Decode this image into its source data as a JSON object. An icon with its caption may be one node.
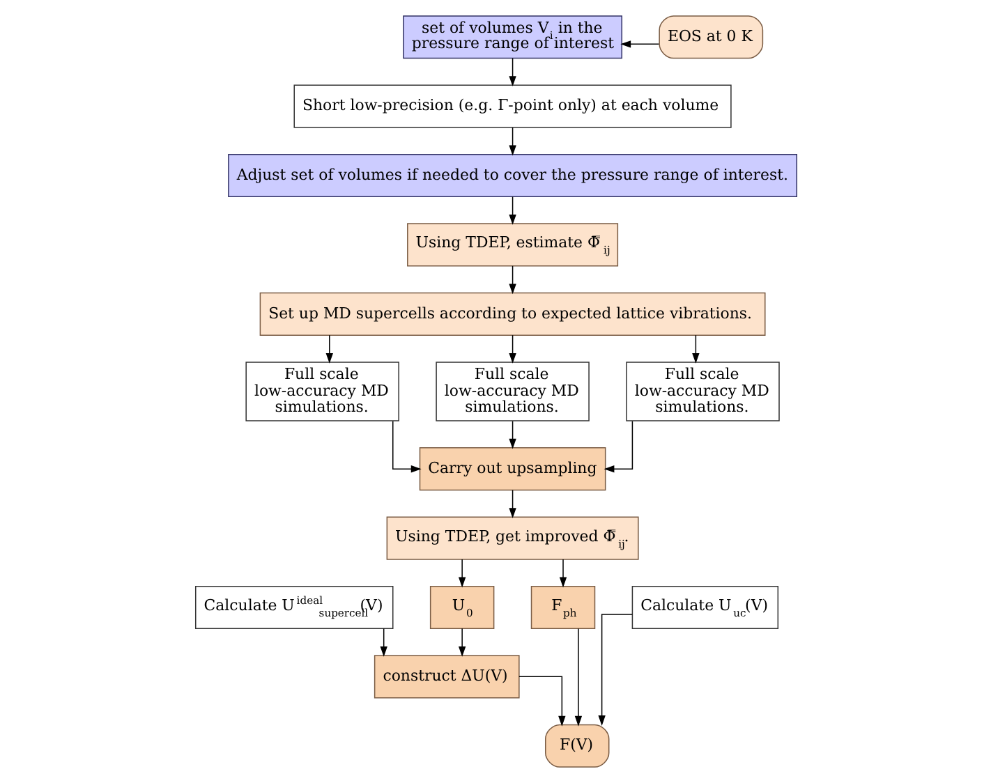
{
  "diagram": {
    "nodes": [
      {
        "text": [
          "set of volumes V$_{i}$ in the pressure range of interest"
        ]
      },
      {
        "text": [
          "EOS at 0 K"
        ]
      },
      {
        "text": [
          "Short low-precision (e.g. Γ-point only) at each volume"
        ]
      },
      {
        "text": [
          "Adjust set of volumes if needed to cover the pressure range of interest."
        ]
      },
      {
        "text": [
          "Using TDEP, estimate Φ̿$_{ij}$"
        ]
      },
      {
        "text": [
          "Set up MD supercells according to expected lattice vibrations."
        ]
      },
      {
        "text": [
          "Full scale low-accuracy MD simulations."
        ]
      },
      {
        "text": [
          "Full scale low-accuracy MD simulations."
        ]
      },
      {
        "text": [
          "Full scale low-accuracy MD simulations."
        ]
      },
      {
        "text": [
          "Carry out upsampling"
        ]
      },
      {
        "text": [
          "Using TDEP, get improved Φ̿$_{ij}$."
        ]
      },
      {
        "text": [
          "Calculate U$^{ideal}$$_{supercell}$(V)"
        ]
      },
      {
        "text": [
          "U$_{0}$"
        ]
      },
      {
        "text": [
          "F$_{ph}$"
        ]
      },
      {
        "text": [
          "Calculate U$_{uc}$(V)"
        ]
      },
      {
        "text": [
          "construct ΔU(V)"
        ]
      },
      {
        "text": [
          "F(V)"
        ]
      }
    ],
    "edges": [
      {
        "from": 1,
        "to": 0,
        "arrow": "to"
      },
      {
        "from": 0,
        "to": 2,
        "arrow": "to"
      },
      {
        "from": 2,
        "to": 3,
        "arrow": "to"
      },
      {
        "from": 3,
        "to": 4,
        "arrow": "to"
      },
      {
        "from": 4,
        "to": 5,
        "arrow": "to"
      },
      {
        "from": 5,
        "to": 6,
        "arrow": "to"
      },
      {
        "from": 5,
        "to": 7,
        "arrow": "to"
      },
      {
        "from": 5,
        "to": 8,
        "arrow": "to"
      },
      {
        "from": 6,
        "to": 9,
        "arrow": "to"
      },
      {
        "from": 7,
        "to": 9,
        "arrow": "to"
      },
      {
        "from": 8,
        "to": 9,
        "arrow": "to"
      },
      {
        "from": 9,
        "to": 10,
        "arrow": "to"
      },
      {
        "from": 10,
        "to": 12,
        "arrow": "to"
      },
      {
        "from": 10,
        "to": 13,
        "arrow": "to"
      },
      {
        "from": 11,
        "to": 15,
        "arrow": "to"
      },
      {
        "from": 12,
        "to": 15,
        "arrow": "to"
      },
      {
        "from": 15,
        "to": 16,
        "arrow": "to"
      },
      {
        "from": 13,
        "to": 16,
        "arrow": "to"
      },
      {
        "from": 14,
        "to": 16,
        "arrow": "to"
      }
    ]
  }
}
